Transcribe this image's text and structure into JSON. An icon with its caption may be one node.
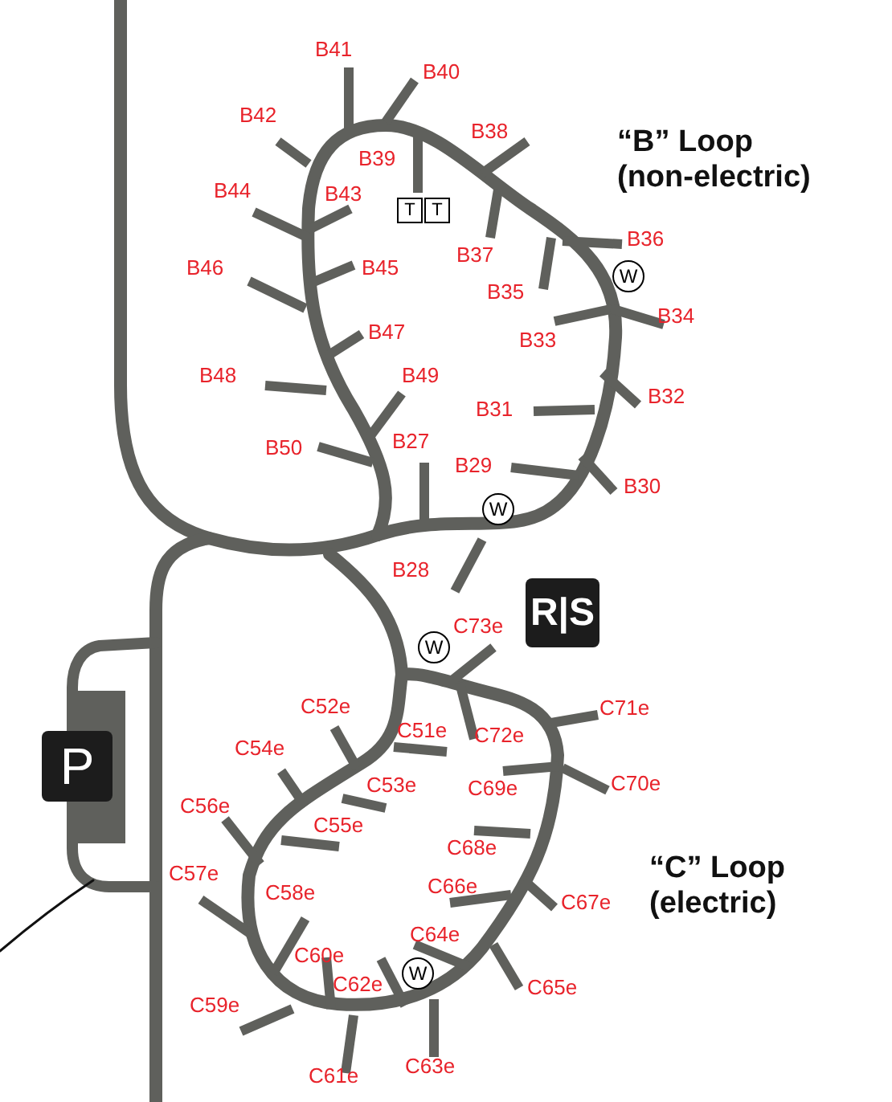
{
  "diagram": {
    "nodes": [
      {
        "text": [
          "T"
        ]
      },
      {
        "text": [
          "T"
        ]
      },
      {
        "text": [
          "W"
        ]
      },
      {
        "text": [
          "W"
        ]
      },
      {
        "text": [
          "R|S"
        ]
      },
      {
        "text": [
          "W"
        ]
      },
      {
        "text": [
          "P"
        ]
      },
      {
        "text": [
          "W"
        ]
      }
    ],
    "labels": [
      "B41",
      "B40",
      "B42",
      "B38",
      "“B” Loop (non-electric)",
      "B39",
      "B44",
      "B43",
      "B36",
      "B37",
      "B46",
      "B45",
      "B35",
      "B34",
      "B47",
      "B33",
      "B48",
      "B49",
      "B32",
      "B31",
      "B27",
      "B50",
      "B29",
      "B30",
      "B28",
      "C73e",
      "C52e",
      "C71e",
      "C51e",
      "C72e",
      "C54e",
      "C53e",
      "C69e",
      "C70e",
      "C56e",
      "C55e",
      "C68e",
      "“C” Loop (electric)",
      "C57e",
      "C66e",
      "C58e",
      "C67e",
      "C64e",
      "C60e",
      "C62e",
      "C65e",
      "C59e",
      "C63e",
      "C61e"
    ]
  }
}
